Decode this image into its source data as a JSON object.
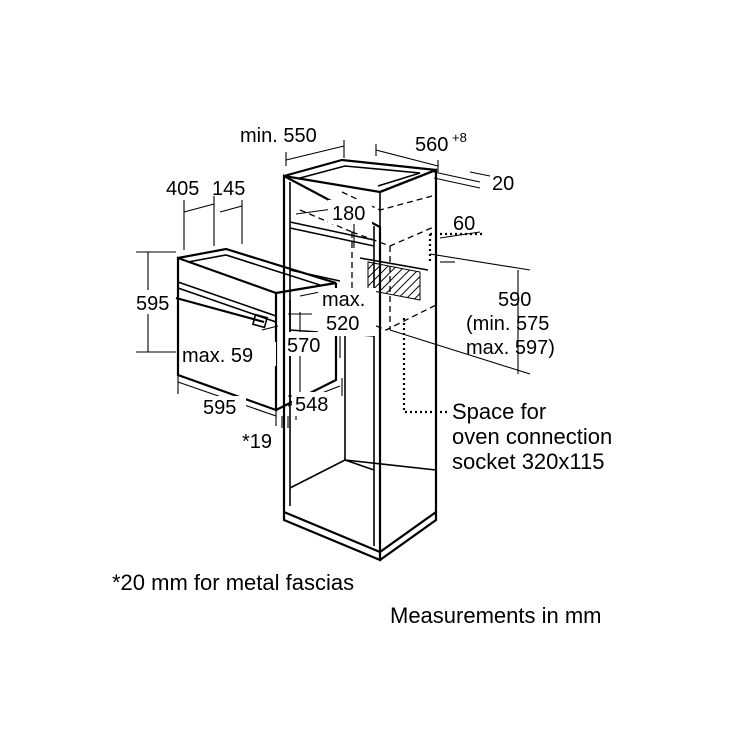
{
  "dimensions": {
    "cabinet_depth_min": "min. 550",
    "cabinet_width": "560",
    "cabinet_width_tolerance": "+8",
    "top_clearance": "20",
    "oven_top_depth_a": "405",
    "oven_top_depth_b": "145",
    "opening_depth": "180",
    "side_gap": "60",
    "oven_height": "595",
    "niche_height": "590",
    "niche_height_min": "(min. 575",
    "niche_height_max": "max. 597)",
    "recess_max_line1": "max.",
    "recess_max_line2": "520",
    "front_max": "max. 59",
    "body_height": "570",
    "oven_width": "595",
    "body_depth": "548",
    "fascia_offset": "*19"
  },
  "annotations": {
    "socket_line1": "Space for",
    "socket_line2": "oven connection",
    "socket_line3": "socket 320x115"
  },
  "footnotes": {
    "metal_fascias": "*20 mm for metal fascias",
    "units": "Measurements in mm"
  }
}
